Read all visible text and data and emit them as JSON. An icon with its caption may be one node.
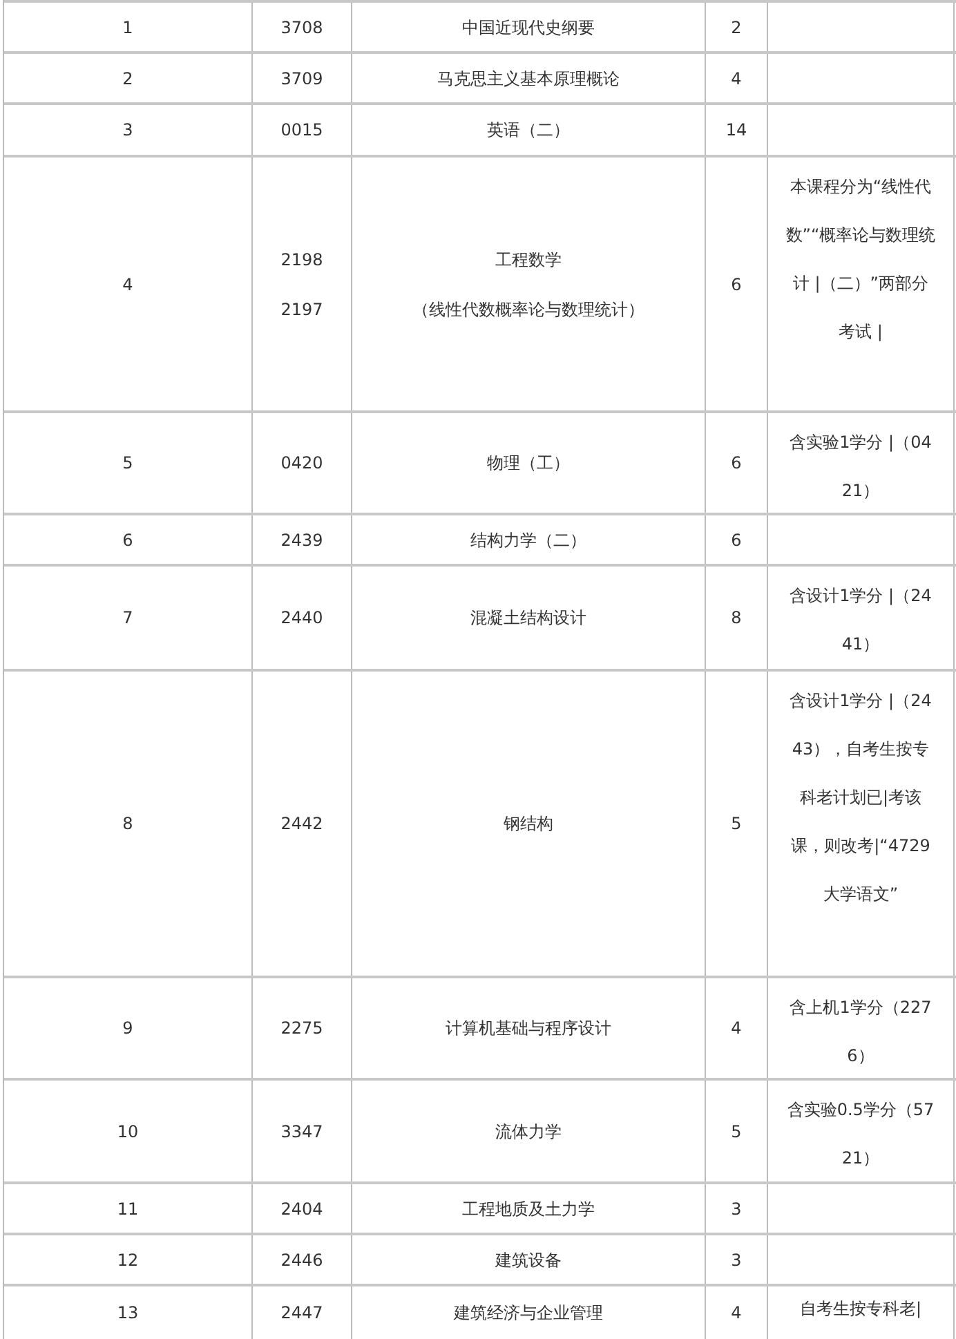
{
  "diagram": {
    "labels": [
      "1",
      "3708",
      "中国近现代史纲要",
      "2",
      "2",
      "3709",
      "马克思主义基本原理概论",
      "4",
      "3",
      "0015",
      "英语（二）",
      "14",
      "4",
      "2198",
      "2197",
      "工程数学",
      "（线性代数概率论与数理统计）",
      "6",
      "本课程分为“线性代数”“概率论与数理统计 |（二）”两部分考试 |",
      "5",
      "0420",
      "物理（工）",
      "6",
      "含实验1学分 |（0421）",
      "6",
      "2439",
      "结构力学（二）",
      "6",
      "7",
      "2440",
      "混凝土结构设计",
      "8",
      "含设计1学分 |（2441）",
      "8",
      "2442",
      "钢结构",
      "5",
      "含设计1学分 |（2443），自考生按专科老计划已|考该课，则改考|“4729大学语文”",
      "9",
      "2275",
      "计算机基础与程序设计",
      "4",
      "含上机1学分（2276）",
      "10",
      "3347",
      "流体力学",
      "5",
      "含实验0.5学分（5721）",
      "11",
      "2404",
      "工程地质及土力学",
      "3",
      "12",
      "2446",
      "建筑设备",
      "3",
      "13",
      "2447",
      "建筑经济与企业管理",
      "4",
      "自考生按专科老|"
    ]
  }
}
